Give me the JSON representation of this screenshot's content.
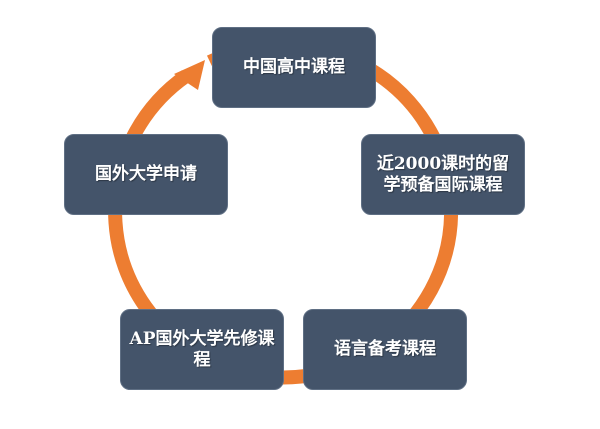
{
  "colors": {
    "box": "#44546A",
    "ring": "#ED7D31",
    "text": "#FFFFFF"
  },
  "steps": [
    {
      "label": "中国高中课程"
    },
    {
      "label": "近2000课时的留学预备国际课程"
    },
    {
      "label": "语言备考课程"
    },
    {
      "label": "AP国外大学先修课程"
    },
    {
      "label": "国外大学申请"
    }
  ]
}
